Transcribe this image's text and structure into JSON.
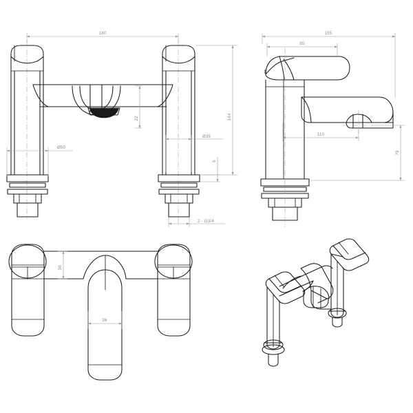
{
  "document": {
    "type": "engineering-drawing",
    "subject": "Bath filler / deck-mounted mixer tap",
    "background_color": "#ffffff",
    "line_color": "#1a1a1a",
    "dimension_color": "#9a9a9a",
    "units": "mm",
    "projection": "third-angle"
  },
  "views": [
    {
      "id": "front-elevation",
      "name": "Front elevation",
      "position": "top-left"
    },
    {
      "id": "side-elevation",
      "name": "Side elevation",
      "position": "top-right"
    },
    {
      "id": "top-plan",
      "name": "Top plan view",
      "position": "bottom-left"
    },
    {
      "id": "isometric",
      "name": "Isometric view",
      "position": "bottom-right"
    }
  ],
  "dimensions": {
    "front": {
      "overall_width": "180",
      "spout_height": "22",
      "base_diameter": "Ø50",
      "pillar_diameter": "Ø35",
      "washer_thickness": "6",
      "total_height": "144",
      "thread_callout": "2 - G3/4"
    },
    "side": {
      "overall_depth": "155",
      "handle_reach": "85",
      "spout_reach": "110",
      "spout_height": "79"
    },
    "plan": {
      "body_depth": "30",
      "spout_width": "36"
    }
  },
  "labels": {
    "d180": "180",
    "d22": "22",
    "d50": "Ø50",
    "d35": "Ø35",
    "d6": "6",
    "d144": "144",
    "g34": "2 - G3/4",
    "d155": "155",
    "d85": "85",
    "d110": "110",
    "d79": "79",
    "d30": "30",
    "d36": "36"
  }
}
